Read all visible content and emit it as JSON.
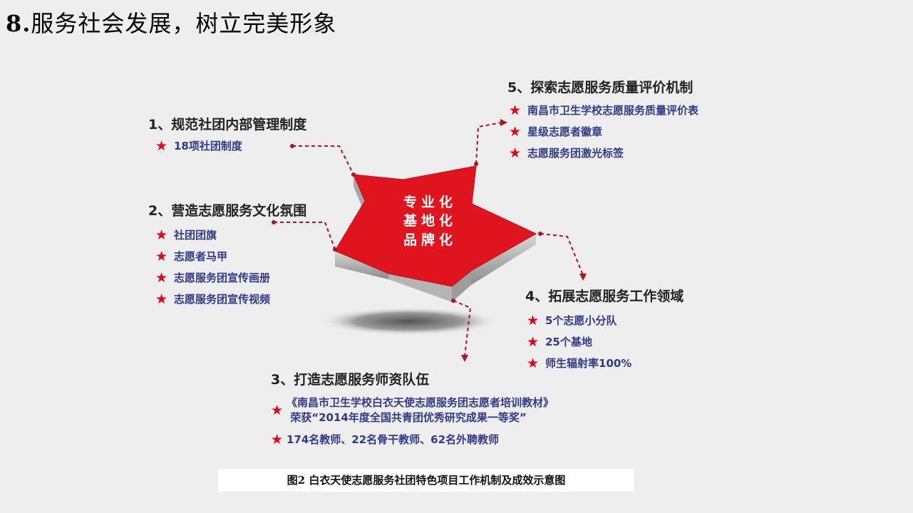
{
  "title": {
    "number": "8.",
    "text": "服务社会发展，树立完美形象"
  },
  "center": {
    "lines": [
      "专业化",
      "基地化",
      "品牌化"
    ]
  },
  "blocks": [
    {
      "heading": "1、规范社团内部管理制度",
      "items": [
        "18项社团制度"
      ]
    },
    {
      "heading": "2、营造志愿服务文化氛围",
      "items": [
        "社团团旗",
        "志愿者马甲",
        "志愿服务团宣传画册",
        "志愿服务团宣传视频"
      ]
    },
    {
      "heading": "3、打造志愿服务师资队伍",
      "items": [
        "《南昌市卫生学校白衣天使志愿服务团志愿者培训教材》\n 荣获“2014年度全国共青团优秀研究成果一等奖”",
        "174名教师、22名骨干教师、62名外聘教师"
      ]
    },
    {
      "heading": "4、拓展志愿服务工作领域",
      "items": [
        "5个志愿小分队",
        "25个基地",
        "师生辐射率100%"
      ]
    },
    {
      "heading": "5、探索志愿服务质量评价机制",
      "items": [
        "南昌市卫生学校志愿服务质量评价表",
        "星级志愿者徽章",
        "志愿服务团激光标签"
      ]
    }
  ],
  "star_symbol": "★",
  "caption": "图2 白衣天使志愿服务社团特色项目工作机制及成效示意图",
  "colors": {
    "accent_red": "#e60012",
    "item_text": "#2e3a8c",
    "star_fill": "#e0141e"
  }
}
